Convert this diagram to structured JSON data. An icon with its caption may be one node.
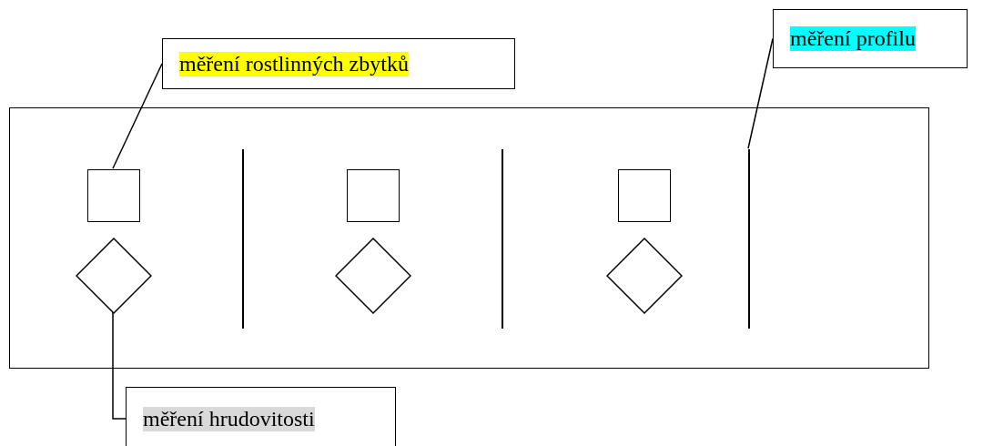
{
  "diagram": {
    "nodes": [
      {
        "text": [
          "měření rostlinných zbytků"
        ]
      },
      {
        "text": [
          "měření profilu"
        ]
      },
      {
        "text": [],
        "shape": "box"
      },
      {
        "text": [],
        "shape": "box",
        "in": 2
      },
      {
        "text": [],
        "shape": "diamond",
        "in": 2
      },
      {
        "text": [],
        "shape": "line",
        "in": 2
      },
      {
        "text": [],
        "shape": "box",
        "in": 2
      },
      {
        "text": [],
        "shape": "diamond",
        "in": 2
      },
      {
        "text": [],
        "shape": "line",
        "in": 2
      },
      {
        "text": [],
        "shape": "box",
        "in": 2
      },
      {
        "text": [],
        "shape": "diamond",
        "in": 2
      },
      {
        "text": [],
        "shape": "line",
        "in": 2
      },
      {
        "text": [
          "měření hrudovitosti"
        ]
      }
    ],
    "edges": [
      {
        "from": 0,
        "to": 3,
        "arrow": "none"
      },
      {
        "from": 1,
        "to": 11,
        "arrow": "none"
      },
      {
        "from": 12,
        "to": 4,
        "arrow": "none"
      }
    ]
  }
}
